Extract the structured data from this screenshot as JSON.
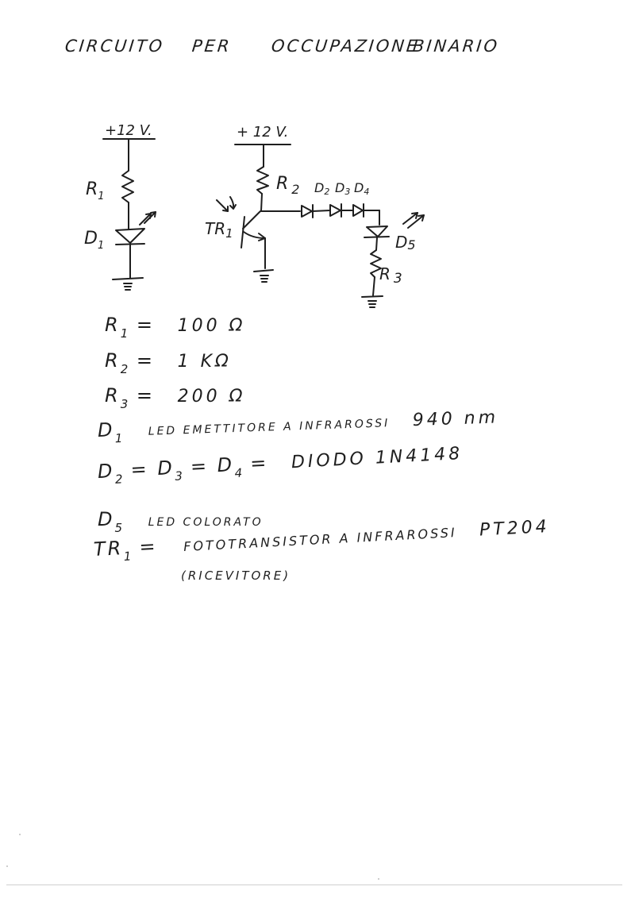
{
  "document": {
    "type": "handwritten scanned sheet",
    "title_words": [
      "CIRCUITO",
      "PER",
      "OCCUPAZIONE",
      "BINARIO"
    ]
  },
  "schematic": {
    "left_circuit": {
      "supply_label": "+12 V.",
      "components": [
        {
          "ref": "R",
          "sub": "1",
          "type": "resistor"
        },
        {
          "ref": "D",
          "sub": "1",
          "type": "led (emitter)"
        }
      ]
    },
    "right_circuit": {
      "supply_label": "+ 12 V.",
      "components": [
        {
          "ref": "R",
          "sub": "2",
          "type": "resistor"
        },
        {
          "ref": "TR",
          "sub": "1",
          "type": "phototransistor"
        },
        {
          "ref": "D",
          "sub": "2",
          "type": "diode"
        },
        {
          "ref": "D",
          "sub": "3",
          "type": "diode"
        },
        {
          "ref": "D",
          "sub": "4",
          "type": "diode"
        },
        {
          "ref": "D",
          "sub": "5",
          "type": "led"
        },
        {
          "ref": "R",
          "sub": "3",
          "type": "resistor"
        }
      ]
    }
  },
  "parts_list": {
    "r1": {
      "ref": "R",
      "sub": "1",
      "eq": "=",
      "value": "100 Ω"
    },
    "r2": {
      "ref": "R",
      "sub": "2",
      "eq": "=",
      "value": "1 KΩ"
    },
    "r3": {
      "ref": "R",
      "sub": "3",
      "eq": "=",
      "value": "200 Ω"
    },
    "d1": {
      "ref": "D",
      "sub": "1",
      "desc": "LED EMETTITORE A INFRAROSSI",
      "value": "940 nm"
    },
    "d234": {
      "ref_a": "D",
      "sub_a": "2",
      "ref_b": "D",
      "sub_b": "3",
      "ref_c": "D",
      "sub_c": "4",
      "eq": "=",
      "value": "DIODO 1N4148"
    },
    "d5": {
      "ref": "D",
      "sub": "5",
      "desc": "LED COLORATO"
    },
    "tr1": {
      "ref": "TR",
      "sub": "1",
      "eq": "=",
      "desc": "FOTOTRANSISTOR A INFRAROSSI",
      "value": "PT204",
      "note": "(RICEVITORE)"
    }
  }
}
